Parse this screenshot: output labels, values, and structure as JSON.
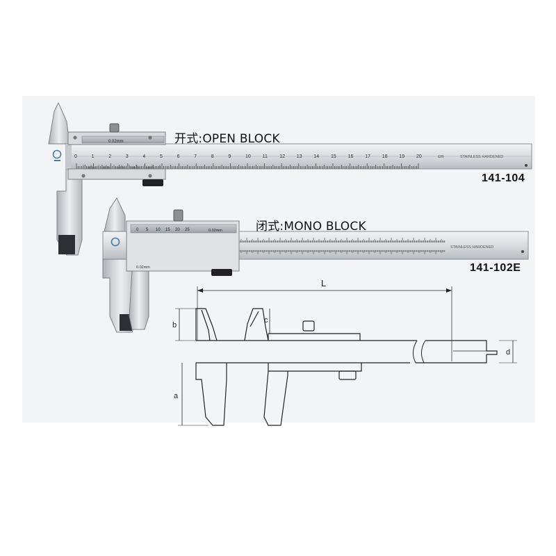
{
  "caliper_open": {
    "block_label": "开式:OPEN BLOCK",
    "model": "141-104",
    "main_scale_numbers": [
      "0",
      "1",
      "2",
      "3",
      "4",
      "5",
      "6",
      "7",
      "8",
      "9",
      "10",
      "11",
      "12",
      "13",
      "14",
      "15",
      "16",
      "17",
      "18",
      "19",
      "20"
    ],
    "main_scale_unit": "cm",
    "steel_marking": "STAINLESS HARDENED",
    "vernier_marking": "0.02mm"
  },
  "caliper_mono": {
    "block_label": "闭式:MONO BLOCK",
    "model": "141-102E",
    "vernier_numbers": [
      "0",
      "5",
      "10",
      "15",
      "20",
      "25"
    ],
    "vernier_marking": "0.02mm",
    "steel_marking": "STAINLESS HARDENED"
  },
  "diagram": {
    "dim_L": "L",
    "dim_b": "b",
    "dim_c": "c",
    "dim_d": "d",
    "dim_a": "a"
  }
}
